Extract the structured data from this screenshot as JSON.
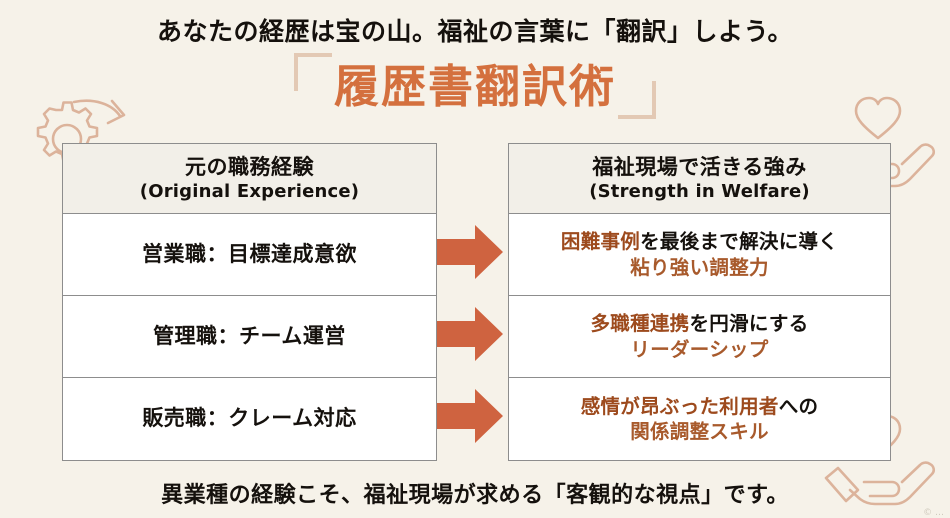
{
  "page": {
    "background_color": "#f6f2e9",
    "accent_color": "#d4703e",
    "arrow_color": "#cf6340",
    "highlight_color": "#9d4a1d",
    "text_color": "#15110d",
    "bracket_color": "#e3c9b4",
    "deco_color": "#d9ae96"
  },
  "headline": "あなたの経歴は宝の山。福祉の言葉に「翻訳」しよう。",
  "title": {
    "text": "履歴書翻訳術",
    "bracket_open": "「",
    "bracket_close": "」"
  },
  "table": {
    "left_header": {
      "jp": "元の職務経験",
      "en": "(Original Experience)"
    },
    "right_header": {
      "jp": "福祉現場で活きる強み",
      "en": "(Strength in Welfare)"
    },
    "rows": [
      {
        "left": "営業職：目標達成意欲",
        "right_line1_highlight": "困難事例",
        "right_line1_plain": "を最後まで解決に導く",
        "right_line2": "粘り強い調整力",
        "arrow": "arrow-right"
      },
      {
        "left": "管理職：チーム運営",
        "right_line1_highlight": "多職種連携",
        "right_line1_plain": "を円滑にする",
        "right_line2": "リーダーシップ",
        "arrow": "arrow-right"
      },
      {
        "left": "販売職：クレーム対応",
        "right_line1_highlight": "感情が昂ぶった利用者",
        "right_line1_plain": "への",
        "right_line2": "関係調整スキル",
        "arrow": "arrow-right"
      }
    ]
  },
  "footer": "異業種の経験こそ、福祉現場が求める「客観的な視点」です。",
  "watermark": "© …",
  "decorations": [
    {
      "name": "gear-arrow-icon",
      "position": "left-upper"
    },
    {
      "name": "hand-heart-icon",
      "position": "right-upper"
    },
    {
      "name": "hand-heart-icon",
      "position": "right-lower"
    }
  ]
}
